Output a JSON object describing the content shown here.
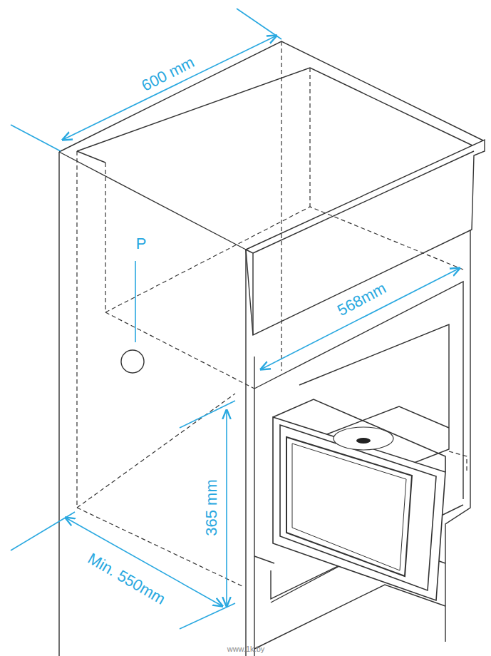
{
  "diagram": {
    "labels": [
      "600 mm",
      "P",
      "568mm",
      "365 mm",
      "Min. 550mm",
      "www.1k.by"
    ]
  }
}
